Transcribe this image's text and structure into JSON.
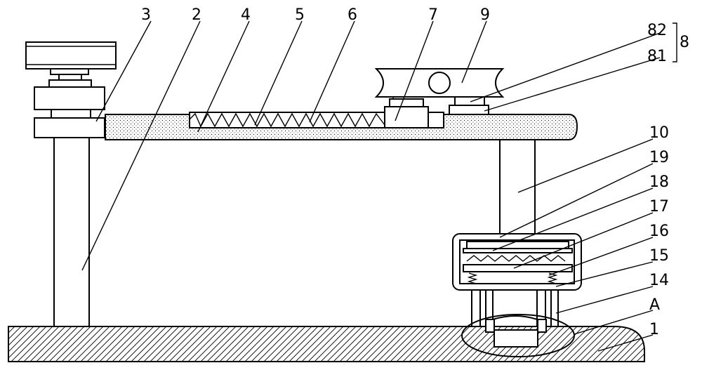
{
  "labels": {
    "l1": "1",
    "l2": "2",
    "l3": "3",
    "l4": "4",
    "l5": "5",
    "l6": "6",
    "l7": "7",
    "l8": "8",
    "l9": "9",
    "l10": "10",
    "l14": "14",
    "l15": "15",
    "l16": "16",
    "l17": "17",
    "l18": "18",
    "l19": "19",
    "l81": "81",
    "l82": "82",
    "lA": "A"
  }
}
